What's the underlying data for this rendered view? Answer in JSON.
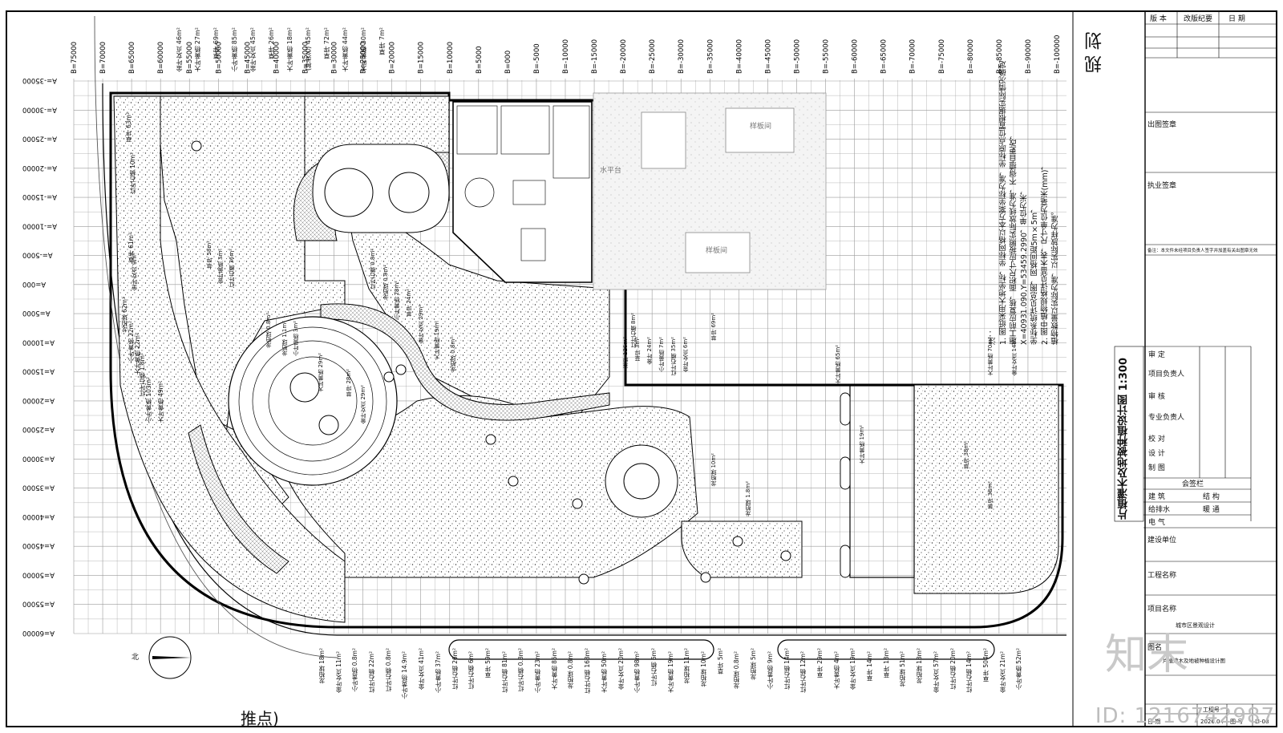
{
  "title_block": {
    "revision_headers": [
      "版 本",
      "改版纪要",
      "日 期"
    ],
    "stamp_label": "出图签章",
    "practice_seal_label": "执业签章",
    "remark": "备注：本文件未经项目负责人签字并加盖有关出图章无效",
    "drawing_title_vertical": "片植灌木及地被种植设计图",
    "scale": "1:300",
    "signoff_rows": [
      "审 定",
      "项目负责人",
      "审 核",
      "专业负责人",
      "校 对",
      "设 计",
      "制 图"
    ],
    "countersign_label": "会签栏",
    "disciplines": [
      [
        "建 筑",
        "结 构"
      ],
      [
        "给排水",
        "暖 通"
      ],
      [
        "电 气",
        ""
      ]
    ],
    "construction_unit_label": "建设单位",
    "project_name_label": "工程名称",
    "item_name_label": "项目名称",
    "item_name_value": "城市区景观设计",
    "drawing_name_label": "图名",
    "drawing_name_value": "片植灌木及地被种植设计图",
    "date_label": "日 期",
    "date_value": "2026.04",
    "sheet_label": "图 号",
    "sheet_value": "LI-08",
    "extra_label": "工程号"
  },
  "side_title": "规 划",
  "grid_b_labels": [
    "B=75000",
    "B=70000",
    "B=65000",
    "B=60000",
    "B=55000",
    "B=50000",
    "B=45000",
    "B=40000",
    "B=35000",
    "B=30000",
    "B=25000",
    "B=20000",
    "B=15000",
    "B=10000",
    "B=5000",
    "B=000",
    "B=-5000",
    "B=-10000",
    "B=-15000",
    "B=-20000",
    "B=-25000",
    "B=-30000",
    "B=-35000",
    "B=-40000",
    "B=-45000",
    "B=-50000",
    "B=-55000",
    "B=-60000",
    "B=-65000",
    "B=-70000",
    "B=-75000",
    "B=-80000",
    "B=-85000",
    "B=-90000",
    "B=-100000"
  ],
  "grid_a_labels": [
    "A=-35000",
    "A=-30000",
    "A=-25000",
    "A=-20000",
    "A=-15000",
    "A=-10000",
    "A=-5000",
    "A=000",
    "A=5000",
    "A=10000",
    "A=15000",
    "A=20000",
    "A=25000",
    "A=30000",
    "A=35000",
    "A=40000",
    "A=45000",
    "A=50000",
    "A=55000",
    "A=60000"
  ],
  "notes": {
    "heading": "注：",
    "lines": [
      "1. 图纸采用大地坐标，坐标网格以本方案坐标为准，坐标原点位置根据实际情况确定",
      "   施工前应复核，面积尺寸应按照实际放线为准，不得擅自更改，",
      "   X=40931.090,Y=53459.2990，单位为米，",
      "   坐标系统详见总图，网格间距5m×5m，",
      "2. 图中植物规格详见苗木表，尺寸单位为毫米(mm)，",
      "   植物数量以实际为准，以实际放样为准。"
    ]
  },
  "building_labels": [
    "水平台",
    "样板间",
    "样板间"
  ],
  "top_plant_labels": [
    "金叶女贞 46m²",
    "大叶黄杨 27m²",
    "草坪 69m²",
    "小叶黄杨 85m²",
    "金叶女贞 45m²",
    "草坪 26m²",
    "大叶黄杨 18m²",
    "(种类名) 45m²",
    "草坪 72m²",
    "大叶黄杨 44m²",
    "大叶黄杨 30m²",
    "草坪 7m²"
  ],
  "bottom_plant_labels": [
    "龙柏球 18m²",
    "金叶女贞 11m²",
    "小叶黄杨 0.8m²",
    "红叶石楠 22m²",
    "红叶石楠 0.8m²",
    "小叶黄杨 14.9m²",
    "金叶女贞 41m²",
    "小叶黄杨 37m²",
    "红叶石楠 26m²",
    "红叶石楠 6m²",
    "草坪 59m²",
    "红叶石楠 81m²",
    "红叶石楠 0.8m²",
    "小叶黄杨 23m²",
    "大叶黄杨 85m²",
    "龙柏球 0.8m²",
    "红叶石楠 168m²",
    "大叶黄杨 50m²",
    "金叶女贞 20m²",
    "小叶黄杨 98m²",
    "红叶石楠 6m²",
    "大叶黄杨 19m²",
    "龙柏球 11m²",
    "龙柏球 10m²",
    "草坪 5m²",
    "龙柏球 0.8m²",
    "龙柏球 5m²",
    "小叶黄杨 9m²",
    "红叶石楠 14m²",
    "红叶石楠 12m²",
    "草坪 29m²",
    "大叶黄杨 4m²",
    "金叶女贞 19m²",
    "草坪 14m²",
    "草坪 13m²",
    "龙柏球 51m²",
    "龙柏球 18m²",
    "金叶女贞 57m²",
    "红叶石楠 20m²",
    "红叶石楠 14m²",
    "草坪 504m²",
    "金叶女贞 21m²",
    "小叶黄杨 52m²"
  ],
  "left_plant_labels": [
    "草坪 63m²",
    "红叶石楠 10m²",
    "草坪 61m²",
    "金叶女贞 9m²",
    "龙柏球 62m²",
    "小叶黄杨 22m²",
    "大叶黄杨 22m²",
    "红叶石楠 1.8m²",
    "小叶黄杨 103m²",
    "大叶黄杨 49m²"
  ],
  "inner_plant_labels": [
    "草坪 58m²",
    "金叶黄杨 3m²",
    "红叶石楠 36m²",
    "龙柏球 0.8m²",
    "龙柏球 1.1m²",
    "小叶黄杨 3m²",
    "大叶黄杨 29m²",
    "草坪 28m²",
    "金叶女贞 29m²",
    "红叶石楠 0.8m²",
    "龙柏球 0.8m²",
    "小叶黄杨 28m²",
    "草坪 24m²",
    "金叶女贞 29m²",
    "大叶黄杨 19m²",
    "龙柏球 0.8m²",
    "红叶石楠 8m²",
    "草坪 126m²",
    "草坪 3m²",
    "金叶 24m²",
    "小叶黄杨 7m²",
    "红叶石楠 35m²",
    "金叶女贞 6m²",
    "草坪 69m²",
    "大叶黄杨 65m²",
    "大叶黄杨 70m²",
    "金叶女贞 14m²",
    "大叶黄杨 19m²",
    "龙柏球 10m²",
    "龙柏球 1.8m²",
    "草坪 38m²",
    "草坪 38m²"
  ],
  "watermark_logo": "知末",
  "watermark_id": "ID: 1216742987",
  "north_label": "北",
  "bottom_left_fragment": "推点)"
}
